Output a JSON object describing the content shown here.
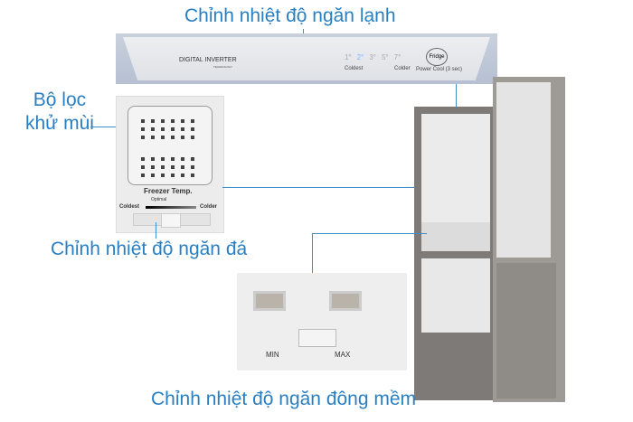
{
  "labels": {
    "fridge_control": "Chỉnh nhiệt độ ngăn lạnh",
    "deodorizer": "Bộ lọc\nkhử mùi",
    "deodorizer_line1": "Bộ lọc",
    "deodorizer_line2": "khử mùi",
    "freezer_control": "Chỉnh nhiệt độ ngăn đá",
    "soft_freeze_control": "Chỉnh nhiệt độ ngăn đông mềm"
  },
  "fridge_panel": {
    "brand": "DIGITAL INVERTER",
    "brand_sub": "TECHNOLOGY",
    "temps": [
      "1°",
      "2°",
      "3°",
      "5°",
      "7°"
    ],
    "coldest": "Coldest",
    "colder": "Colder",
    "button": "Fridge",
    "button_sub": "Power Cool (3 sec)"
  },
  "freezer_panel": {
    "title": "Freezer Temp.",
    "optimal": "Optimal",
    "coldest": "Coldest",
    "colder": "Colder"
  },
  "soft_panel": {
    "min": "MIN",
    "max": "MAX"
  },
  "colors": {
    "label": "#2a7fc0"
  }
}
